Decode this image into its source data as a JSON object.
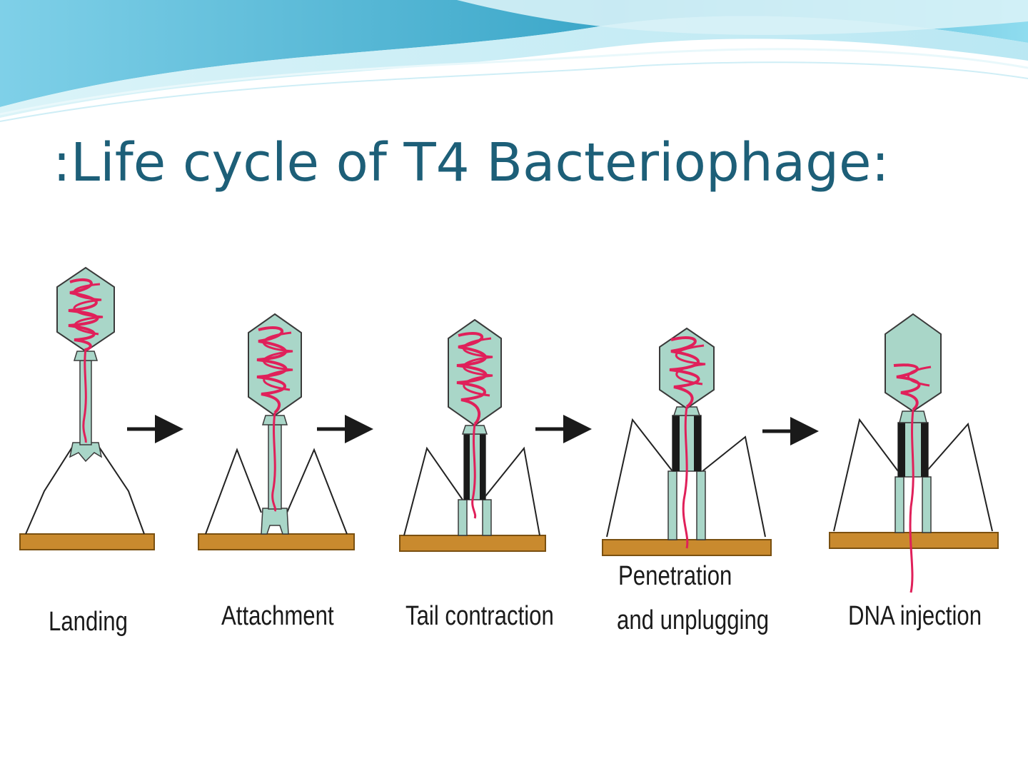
{
  "slide": {
    "title": ":Life cycle of T4 Bacteriophage:"
  },
  "colors": {
    "title": "#1d5f78",
    "capsid_fill": "#a9d6c8",
    "capsid_stroke": "#3a3a3a",
    "dna": "#e0205a",
    "sheath_contracted": "#1a1a1a",
    "cell_wall": "#c98a2e",
    "cell_wall_edge": "#7a5010",
    "wave_light": "#c8eef6",
    "wave_mid": "#7fd0e8",
    "wave_dark": "#3aa6c8"
  },
  "stages": [
    {
      "id": "landing",
      "label": "Landing"
    },
    {
      "id": "attachment",
      "label": "Attachment"
    },
    {
      "id": "tail-contraction",
      "label": "Tail contraction"
    },
    {
      "id": "penetration",
      "label_line1": "Penetration",
      "label_line2": "and unplugging"
    },
    {
      "id": "dna-injection",
      "label": "DNA injection"
    }
  ],
  "arrows": [
    {
      "from": "landing",
      "to": "attachment"
    },
    {
      "from": "attachment",
      "to": "tail-contraction"
    },
    {
      "from": "tail-contraction",
      "to": "penetration"
    },
    {
      "from": "penetration",
      "to": "dna-injection"
    }
  ]
}
